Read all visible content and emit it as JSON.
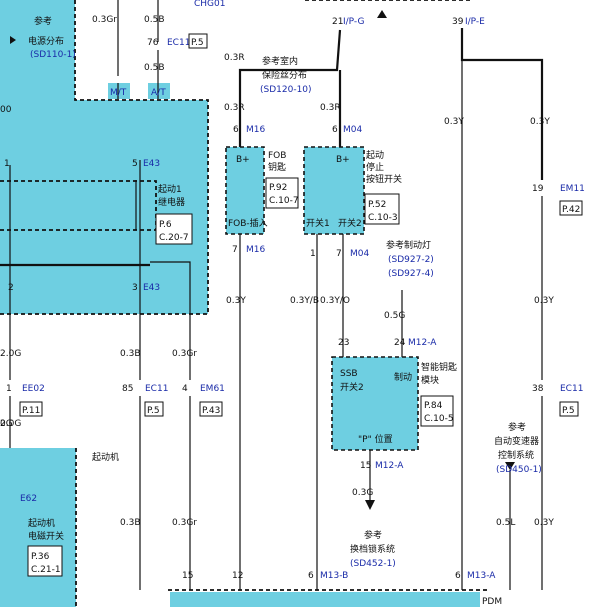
{
  "wire_labels": {
    "w_03gr_top": "0.3Gr",
    "w_05b_top": "0.5B",
    "w_76": "76",
    "w_05b_2": "0.5B",
    "w_03r_a": "0.3R",
    "w_03r_b": "0.3R",
    "w_03r_c": "0.3R",
    "w_21": "21",
    "w_39": "39",
    "w_6a": "6",
    "w_6b": "6",
    "w_03y_a": "0.3Y",
    "w_03y_b": "0.3Y",
    "w_1": "1",
    "w_5": "5",
    "w_19": "19",
    "w_7a": "7",
    "w_1b": "1",
    "w_7b": "7",
    "w_2": "2",
    "w_3": "3",
    "w_03y_c": "0.3Y",
    "w_03yb": "0.3Y/B",
    "w_03yo": "0.3Y/O",
    "w_03y_d": "0.3Y",
    "w_05g": "0.5G",
    "w_20g": "2.0G",
    "w_03b_a": "0.3B",
    "w_03gr_b": "0.3Gr",
    "w_23": "23",
    "w_24": "24",
    "w_1c": "1",
    "w_85": "85",
    "w_4": "4",
    "w_38": "38",
    "w_20g_b": "2.0G",
    "w_15a": "15",
    "w_03g": "0.3G",
    "w_03b_b": "0.3B",
    "w_03gr_c": "0.3Gr",
    "w_05l": "0.5L",
    "w_03y_e": "0.3Y",
    "w_15b": "15",
    "w_12": "12",
    "w_6c": "6",
    "w_6d": "6"
  },
  "connectors": {
    "chg01": "CHG01",
    "ec11_top": "EC11",
    "ip_g": "I/P-G",
    "ip_e": "I/P-E",
    "m16_a": "M16",
    "m04_a": "M04",
    "e43_a": "E43",
    "em11": "EM11",
    "m16_b": "M16",
    "m04_b": "M04",
    "e43_b": "E43",
    "m12a_a": "M12-A",
    "ee02": "EE02",
    "ec11_b": "EC11",
    "em61": "EM61",
    "ec11_c": "EC11",
    "m12a_b": "M12-A",
    "e62": "E62",
    "m13b": "M13-B",
    "m13a": "M13-A",
    "mt": "M/T",
    "at": "A/T"
  },
  "page_refs": {
    "p5_top": "P.5",
    "p42": "P.42",
    "p11": "P.11",
    "p5_b": "P.5",
    "p43": "P.43",
    "p5_c": "P.5"
  },
  "components": {
    "fob": {
      "bplus": "B+",
      "name_l1": "FOB",
      "name_l2": "钥匙",
      "page": "P.92",
      "code": "C.10-7",
      "pin": "FOB-插入"
    },
    "start_btn": {
      "bplus": "B+",
      "name_l1": "起动",
      "name_l2": "停止",
      "name_l3": "按钮开关",
      "page": "P.52",
      "code": "C.10-3",
      "sw1": "开关1",
      "sw2": "开关2"
    },
    "relay1": {
      "name_l1": "起动1",
      "name_l2": "继电器",
      "page": "P.6",
      "code": "C.20-7"
    },
    "smart_key": {
      "ssb": "SSB",
      "sw2": "开关2",
      "brake": "制动",
      "p_pos": "\"P\" 位置",
      "name_l1": "智能钥匙",
      "name_l2": "模块",
      "page": "P.84",
      "code": "C.10-5"
    },
    "starter_sw": {
      "name_l1": "起动机",
      "name_l2": "电磁开关",
      "page": "P.36",
      "code": "C.21-1"
    }
  },
  "notes": {
    "power_dist_l1": "参考",
    "power_dist_l2": "电源分布",
    "power_dist_ref": "(SD110-1)",
    "fuse_l1": "参考室内",
    "fuse_l2": "保险丝分布",
    "fuse_ref": "(SD120-10)",
    "brake_lamp_l1": "参考制动灯",
    "brake_lamp_ref1": "(SD927-2)",
    "brake_lamp_ref2": "(SD927-4)",
    "at_l1": "参考",
    "at_l2": "自动变速器",
    "at_l3": "控制系统",
    "at_ref": "(SD450-1)",
    "lock_l1": "参考",
    "lock_l2": "换档锁系统",
    "lock_ref": "(SD452-1)",
    "starter": "起动机",
    "edge_00": "00",
    "edge_0g": "0G",
    "bottom_pdm": "PDM"
  },
  "colors": {
    "component_fill": "#6ecfe1",
    "connector_text": "#1a2ba8",
    "wire": "#111111"
  }
}
